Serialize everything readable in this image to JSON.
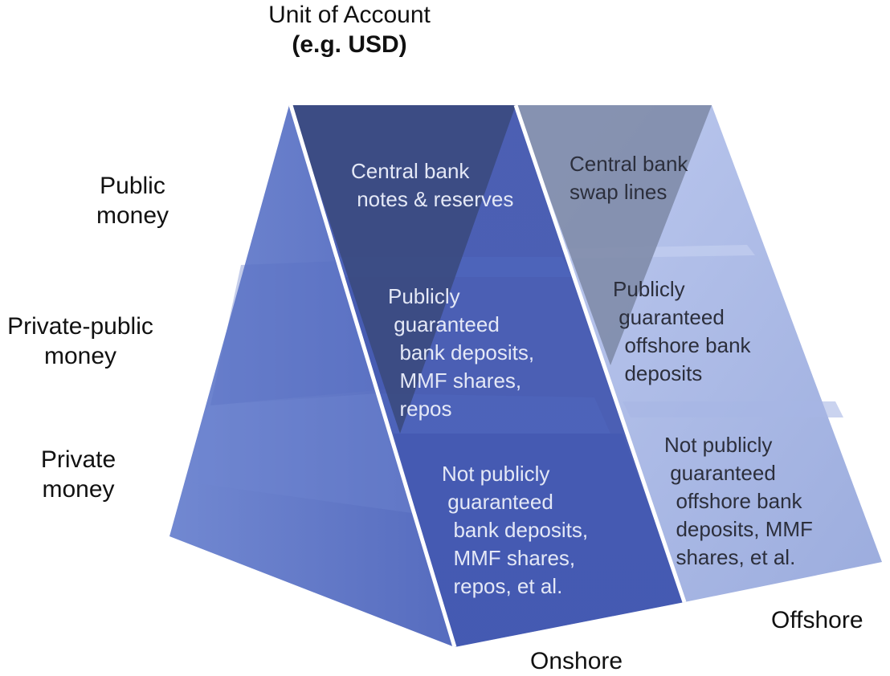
{
  "top_label": {
    "line1": "Unit of Account",
    "line2": "(e.g. USD)"
  },
  "row_labels": {
    "public": [
      "Public",
      "money"
    ],
    "private_public": [
      "Private-public",
      "money"
    ],
    "private": [
      "Private",
      "money"
    ]
  },
  "face_labels": {
    "onshore": "Onshore",
    "offshore": "Offshore"
  },
  "onshore_cells": {
    "public": "Central bank\n notes & reserves",
    "private_public": "Publicly\n guaranteed\n  bank deposits,\n  MMF shares,\n  repos",
    "private": "Not publicly\n guaranteed\n  bank deposits,\n  MMF shares,\n  repos, et al."
  },
  "offshore_cells": {
    "public": "Central bank\nswap lines",
    "private_public": "Publicly\n guaranteed\n  offshore bank\n  deposits",
    "private": "Not publicly\n guaranteed\n  offshore bank\n  deposits, MMF\n  shares, et al."
  },
  "colors": {
    "onshore_face": "#4258b4",
    "left_face": "#5a72c4",
    "offshore_face": "#9fb0e0",
    "top_triangle_onshore": "#3b4a7e",
    "top_triangle_offshore": "#7a86a8",
    "edge": "#ffffff"
  }
}
